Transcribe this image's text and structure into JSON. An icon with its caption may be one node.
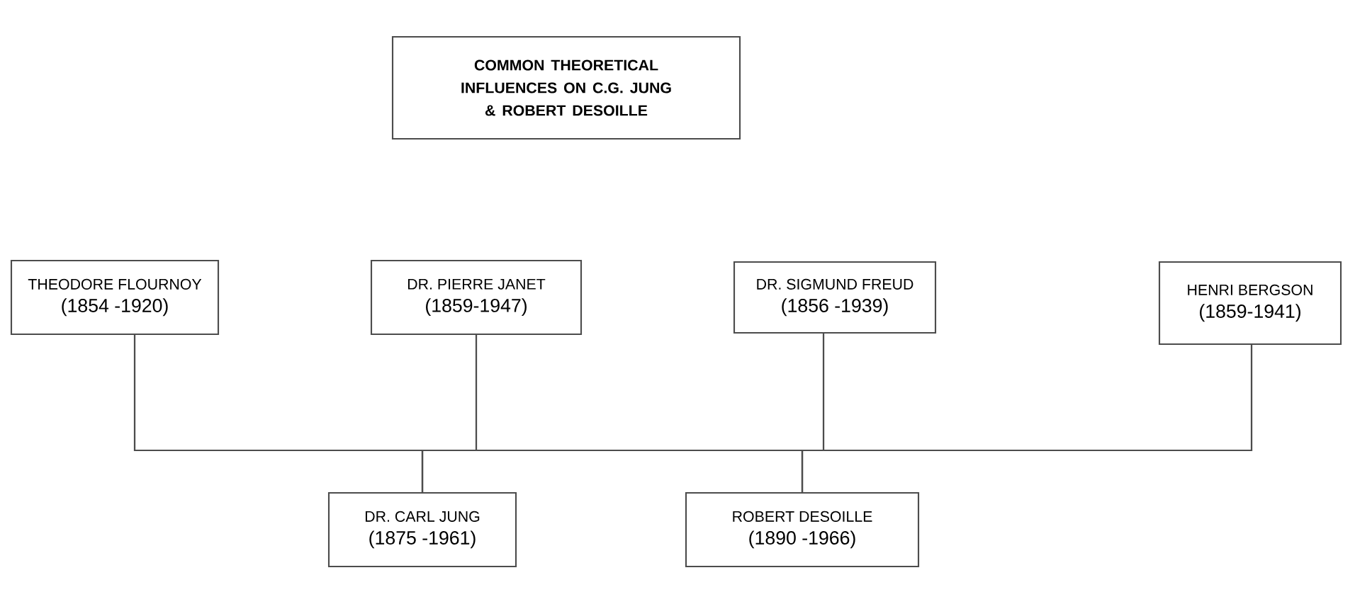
{
  "diagram": {
    "nodes": [
      {
        "text": [
          "COMMON THEORETICAL INFLUENCES ON C.G. JUNG & ROBERT DESOILLE"
        ]
      },
      {
        "text": [
          "THEODORE FLOURNOY",
          "(1854 -1920)"
        ]
      },
      {
        "text": [
          "DR. PIERRE JANET",
          "(1859-1947)"
        ]
      },
      {
        "text": [
          "DR. SIGMUND FREUD",
          "(1856 -1939)"
        ]
      },
      {
        "text": [
          "HENRI BERGSON",
          "(1859-1941)"
        ]
      },
      {
        "text": [
          "DR. CARL JUNG",
          "(1875 -1961)"
        ]
      },
      {
        "text": [
          "ROBERT DESOILLE",
          "(1890 -1966)"
        ]
      }
    ],
    "edges": [
      {
        "from": 1,
        "to": 5,
        "arrow": "none"
      },
      {
        "from": 1,
        "to": 6,
        "arrow": "none"
      },
      {
        "from": 2,
        "to": 5,
        "arrow": "none"
      },
      {
        "from": 2,
        "to": 6,
        "arrow": "none"
      },
      {
        "from": 3,
        "to": 5,
        "arrow": "none"
      },
      {
        "from": 3,
        "to": 6,
        "arrow": "none"
      },
      {
        "from": 4,
        "to": 5,
        "arrow": "none"
      },
      {
        "from": 4,
        "to": 6,
        "arrow": "none"
      }
    ]
  }
}
